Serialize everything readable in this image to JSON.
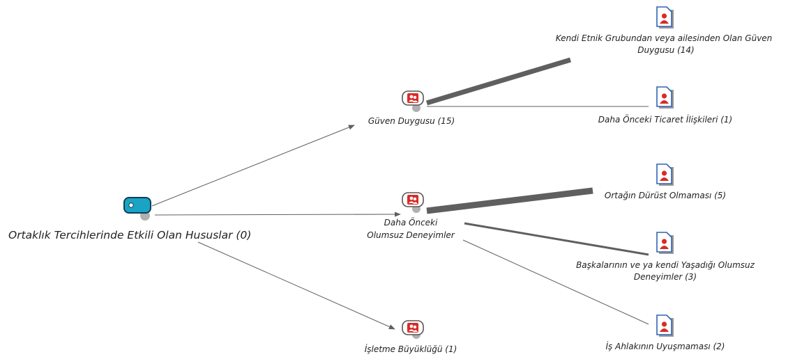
{
  "colors": {
    "edge": "#5f5f5f",
    "theme_node": "#1aa3c4",
    "case_icon": "#d92b24",
    "document_icon": "#2e63b5"
  },
  "root": {
    "label": "Ortaklık Tercihlerinde Etkili Olan Hususlar (0)",
    "icon": "tag-icon"
  },
  "themes": {
    "guven": {
      "label": "Güven Duygusu (15)",
      "icon": "group-case-icon"
    },
    "olumsuz": {
      "label_line1": "Daha Önceki",
      "label_line2": "Olumsuz Deneyimler",
      "icon": "group-case-icon"
    },
    "isletme": {
      "label": "İşletme Büyüklüğü (1)",
      "icon": "group-case-icon"
    }
  },
  "cases": {
    "etnik": {
      "label_line1": "Kendi Etnik Grubundan veya ailesinden Olan Güven",
      "label_line2": "Duygusu (14)",
      "icon": "person-document-icon"
    },
    "ticaret": {
      "label": "Daha Önceki Ticaret İlişkileri (1)",
      "icon": "person-document-icon"
    },
    "durust": {
      "label": "Ortağın Dürüst Olmaması (5)",
      "icon": "person-document-icon"
    },
    "baskalari": {
      "label_line1": "Başkalarının ve ya kendi Yaşadığı Olumsuz",
      "label_line2": "Deneyimler (3)",
      "icon": "person-document-icon"
    },
    "ahlak": {
      "label": "İş Ahlakının Uyuşmaması (2)",
      "icon": "person-document-icon"
    }
  }
}
